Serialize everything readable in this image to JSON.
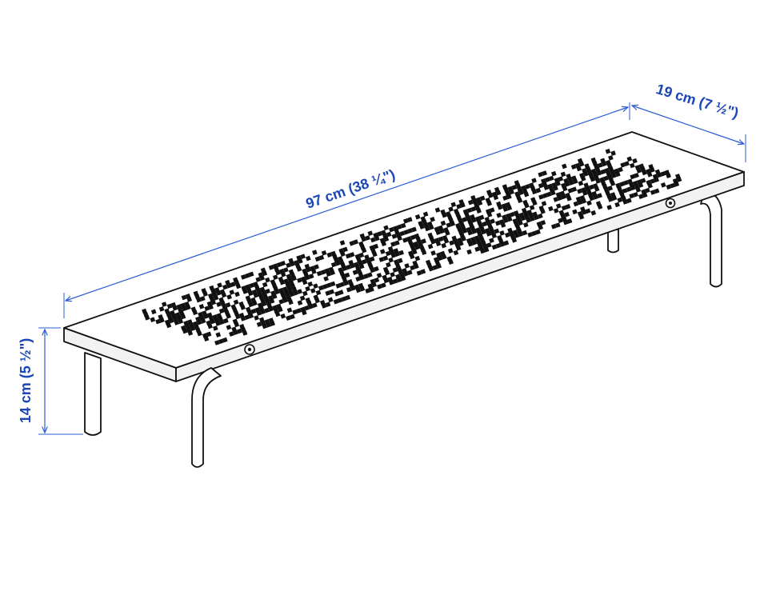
{
  "dimensions": {
    "length": "97 cm (38 ¼\")",
    "depth": "19 cm (7 ½\")",
    "height": "14 cm (5 ½\")"
  },
  "colors": {
    "dimension": "#1b46b8",
    "outline": "#111111",
    "background": "#ffffff"
  }
}
